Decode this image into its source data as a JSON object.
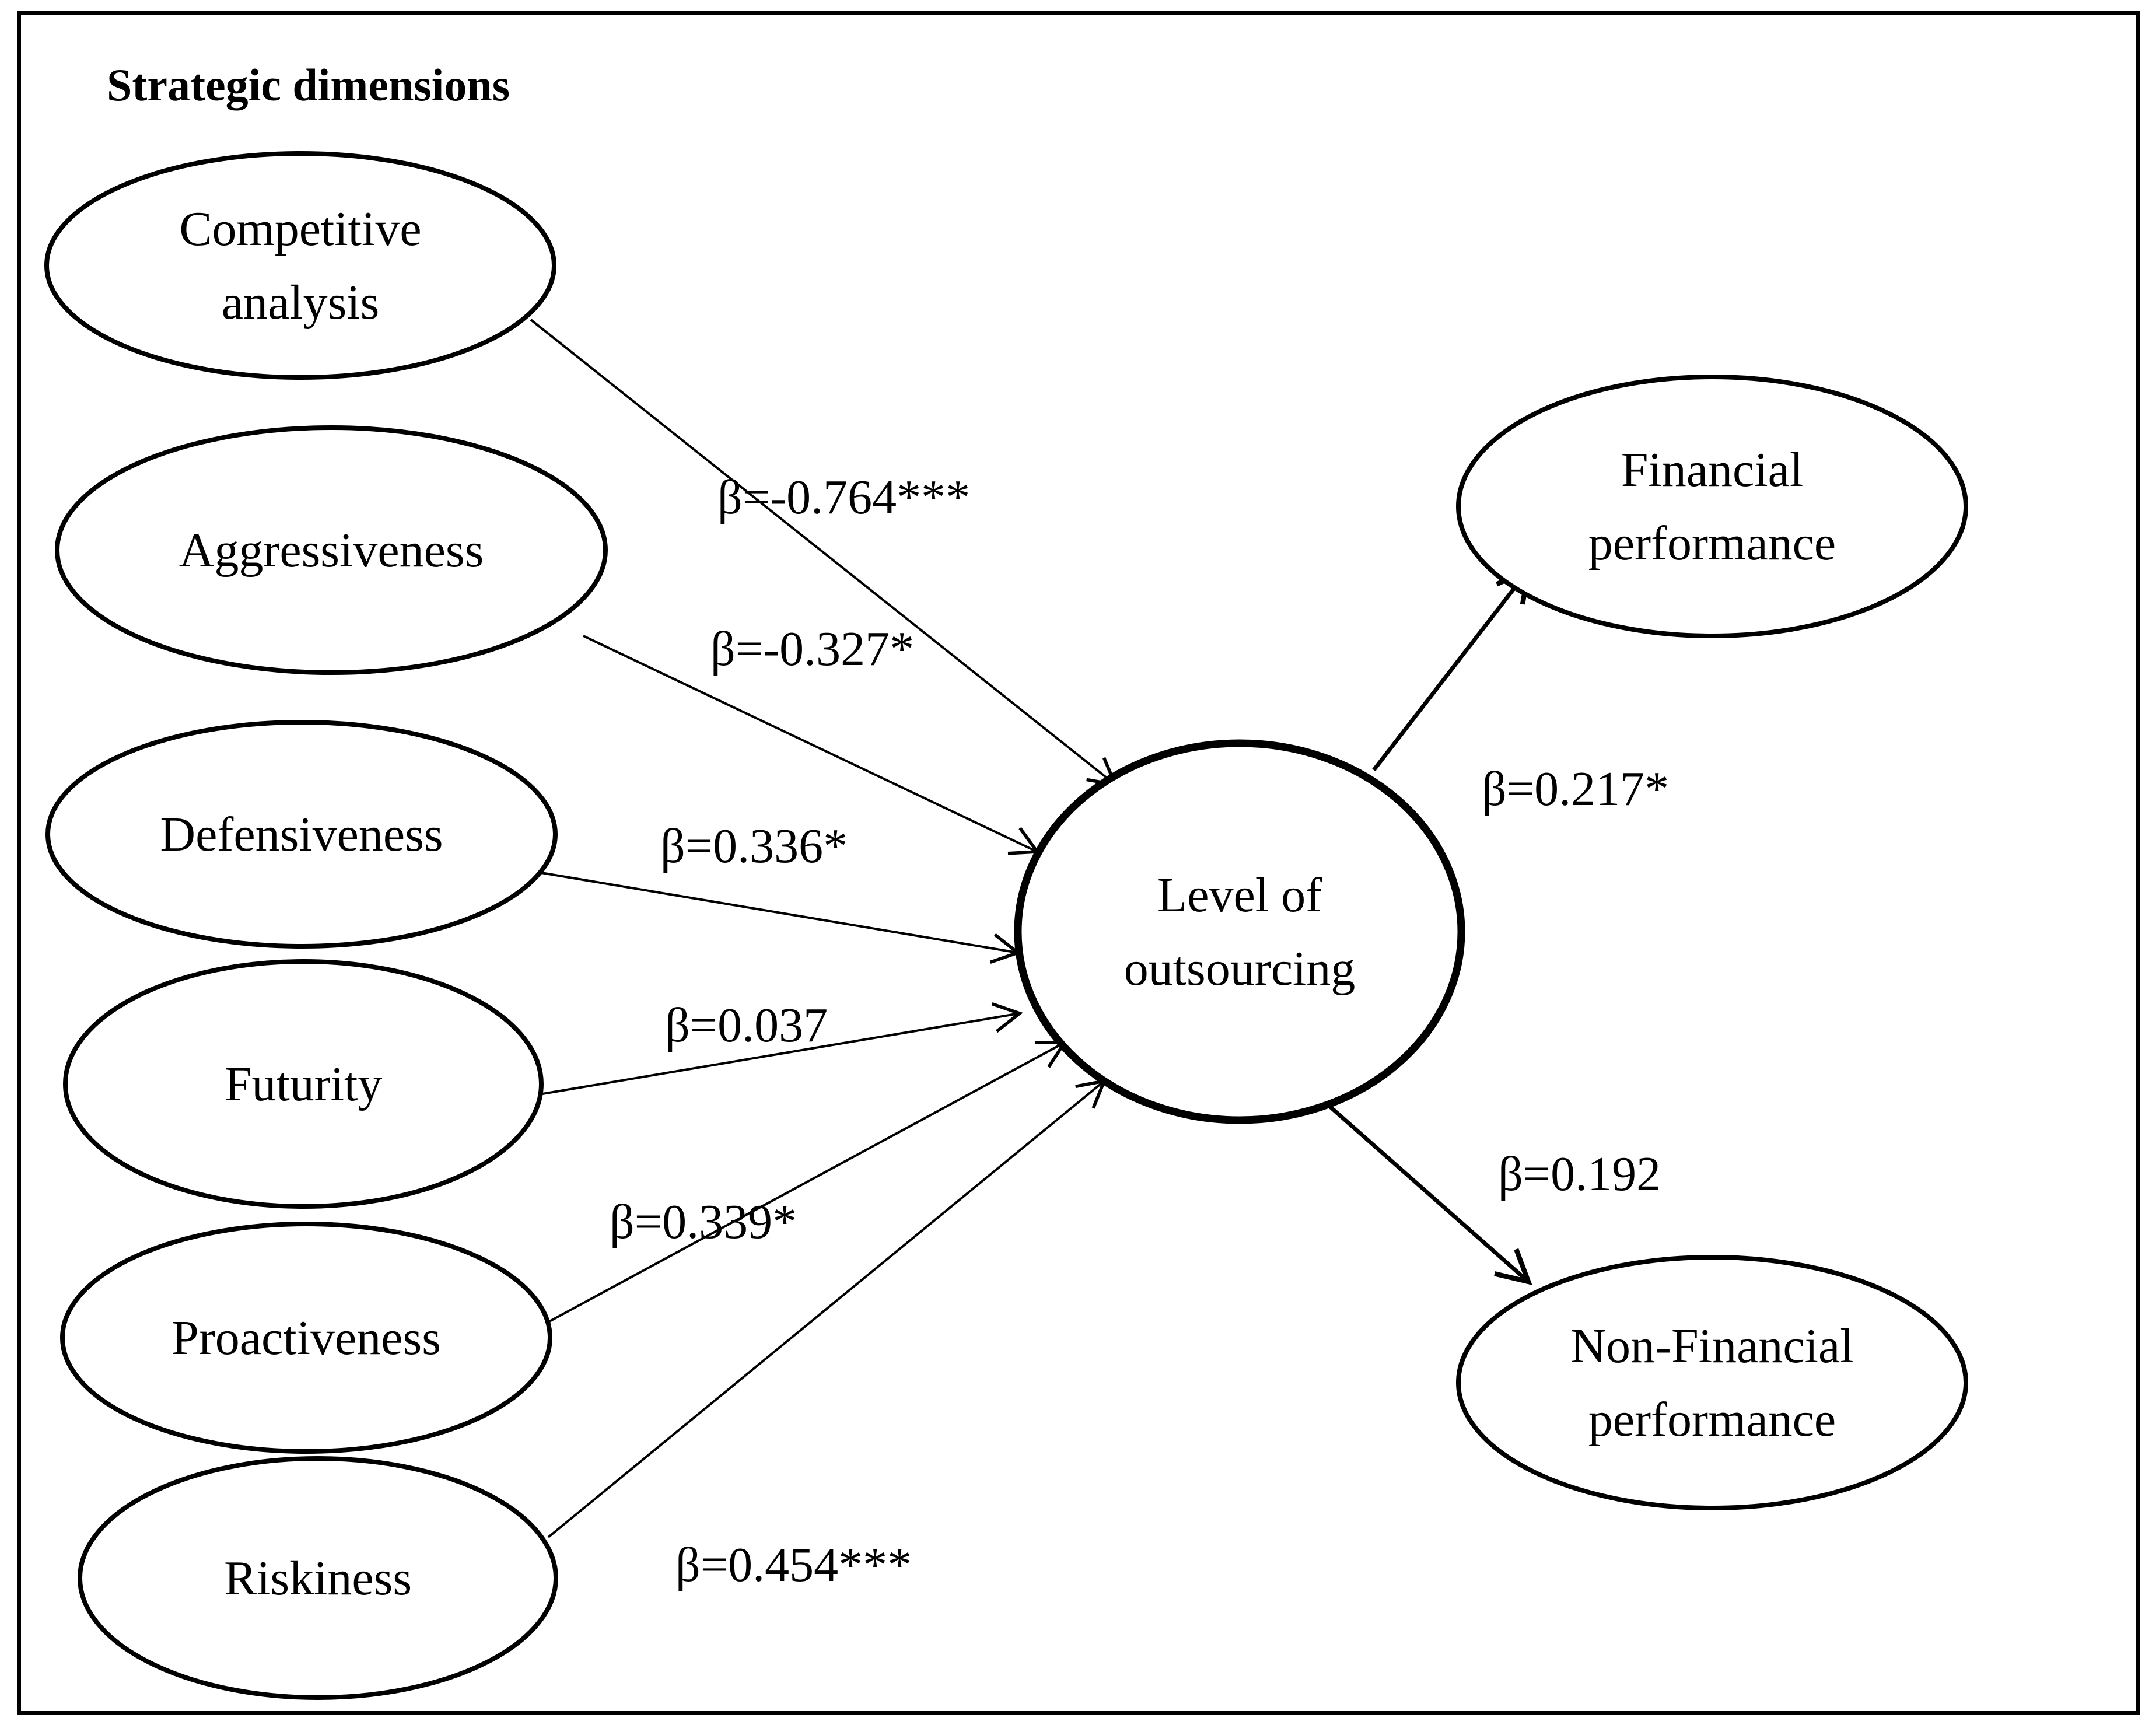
{
  "heading": "Strategic dimensions",
  "nodes": [
    {
      "id": "competitive-analysis",
      "lines": [
        "Competitive",
        "analysis"
      ]
    },
    {
      "id": "aggressiveness",
      "lines": [
        "Aggressiveness"
      ]
    },
    {
      "id": "defensiveness",
      "lines": [
        "Defensiveness"
      ]
    },
    {
      "id": "futurity",
      "lines": [
        "Futurity"
      ]
    },
    {
      "id": "proactiveness",
      "lines": [
        "Proactiveness"
      ]
    },
    {
      "id": "riskiness",
      "lines": [
        "Riskiness"
      ]
    },
    {
      "id": "level-of-outsourcing",
      "lines": [
        "Level of",
        "outsourcing"
      ]
    },
    {
      "id": "financial-performance",
      "lines": [
        "Financial",
        "performance"
      ]
    },
    {
      "id": "non-financial-performance",
      "lines": [
        "Non-Financial",
        "performance"
      ]
    }
  ],
  "edges": [
    {
      "from": "competitive-analysis",
      "to": "level-of-outsourcing",
      "label": "β=-0.764***"
    },
    {
      "from": "aggressiveness",
      "to": "level-of-outsourcing",
      "label": "β=-0.327*"
    },
    {
      "from": "defensiveness",
      "to": "level-of-outsourcing",
      "label": "β=0.336*"
    },
    {
      "from": "futurity",
      "to": "level-of-outsourcing",
      "label": "β=0.037"
    },
    {
      "from": "proactiveness",
      "to": "level-of-outsourcing",
      "label": "β=0.339*"
    },
    {
      "from": "riskiness",
      "to": "level-of-outsourcing",
      "label": "β=0.454***"
    },
    {
      "from": "level-of-outsourcing",
      "to": "financial-performance",
      "label": "β=0.217*"
    },
    {
      "from": "level-of-outsourcing",
      "to": "non-financial-performance",
      "label": "β=0.192"
    }
  ]
}
